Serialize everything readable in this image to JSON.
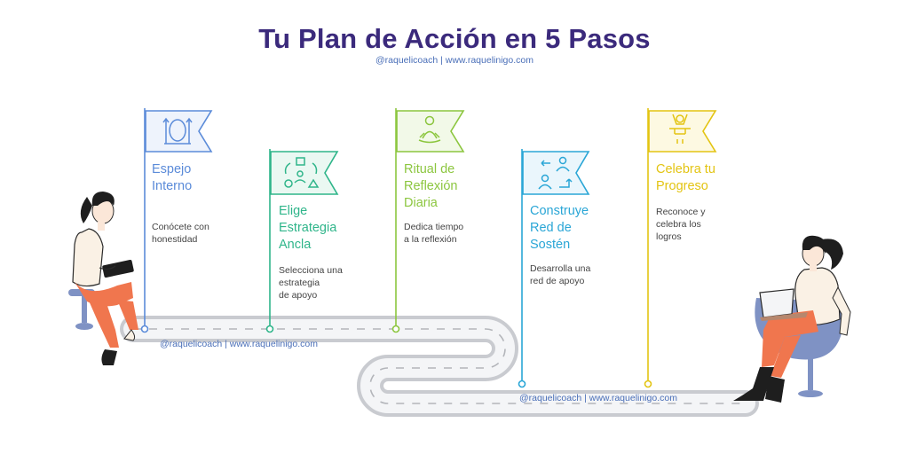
{
  "title": "Tu Plan de Acción en 5 Pasos",
  "credit": "@raquelicoach | www.raquelinigo.com",
  "steps": [
    {
      "title": "Espejo\nInterno",
      "desc": "Conócete con\nhonestidad",
      "color": "#5b8bd9",
      "icon": "mirror-icon"
    },
    {
      "title": "Elige\nEstrategia\nAncla",
      "desc": "Selecciona una\nestrategia\nde apoyo",
      "color": "#2fb58a",
      "icon": "strategy-icon"
    },
    {
      "title": "Ritual de\nReflexión\nDiaria",
      "desc": "Dedica tiempo\na la reflexión",
      "color": "#8cc63f",
      "icon": "meditation-icon"
    },
    {
      "title": "Construye\nRed de\nSostén",
      "desc": "Desarrolla una\nred de apoyo",
      "color": "#2aa6d6",
      "icon": "support-network-icon"
    },
    {
      "title": "Celebra tu\nProgreso",
      "desc": "Reconoce y\ncelebra los\nlogros",
      "color": "#e3c412",
      "icon": "celebration-icon"
    }
  ]
}
